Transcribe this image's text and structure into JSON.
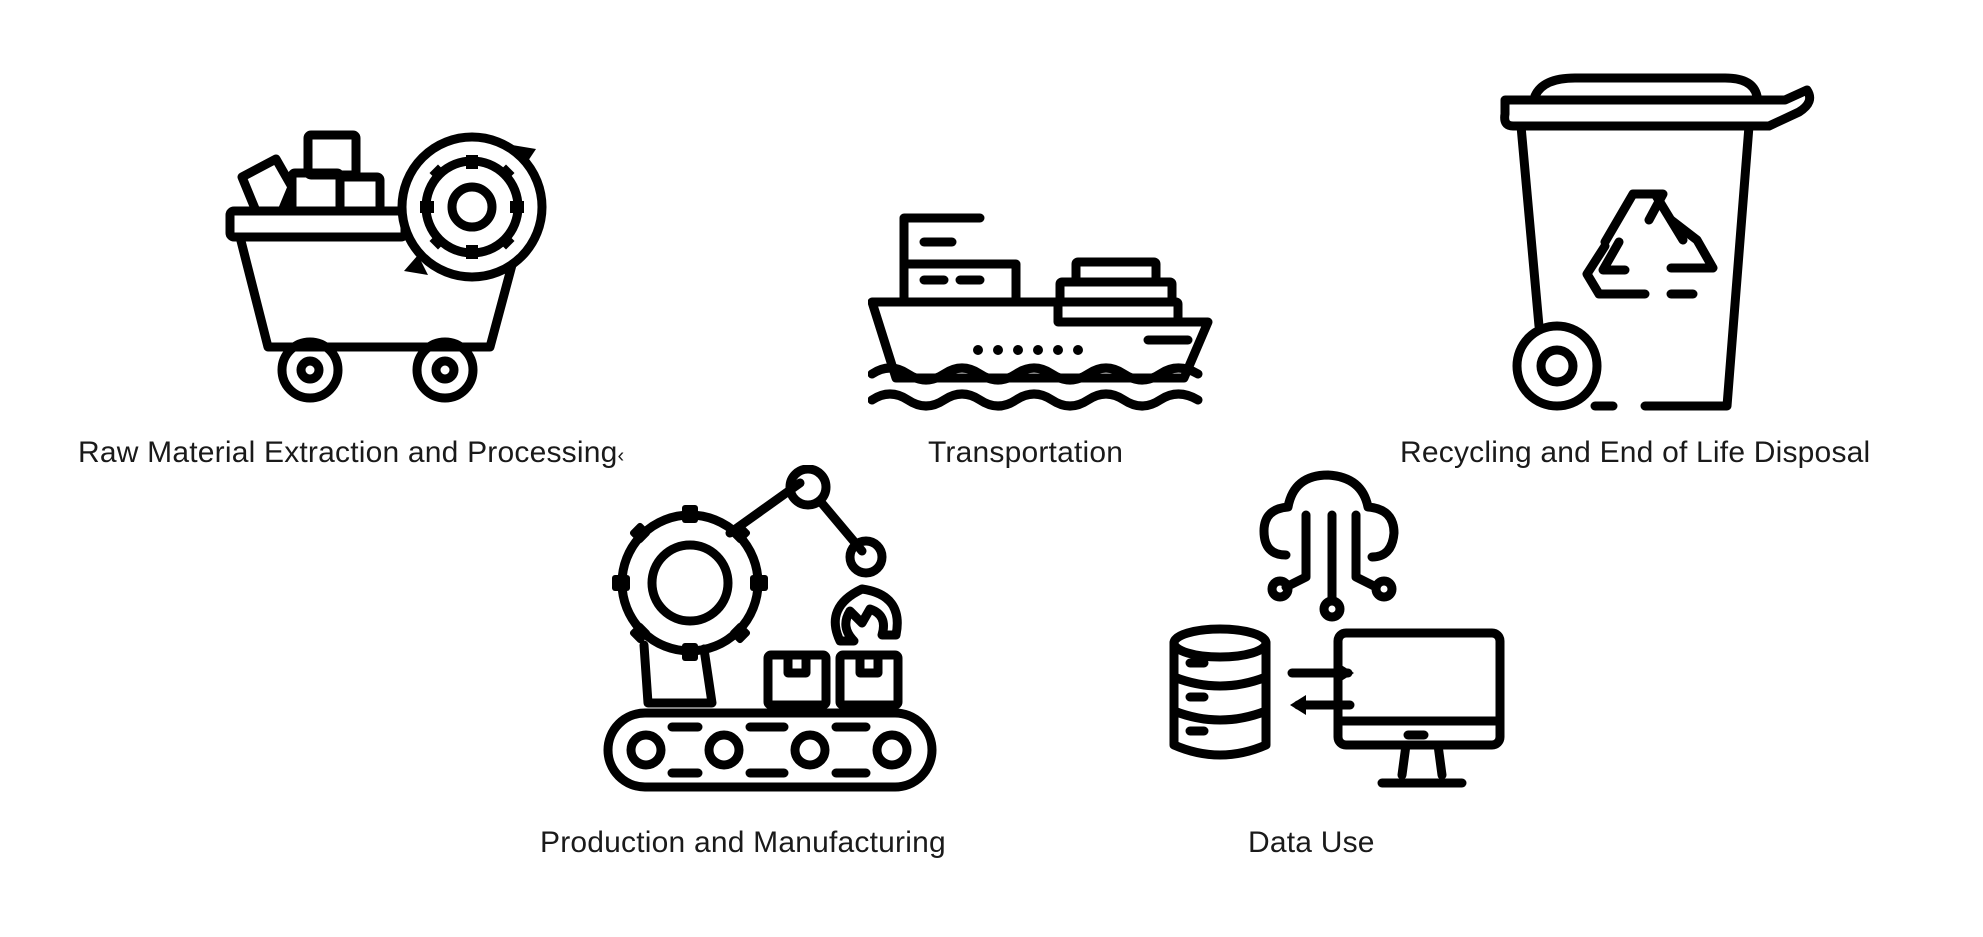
{
  "stages": [
    {
      "id": "raw-material",
      "label": "Raw Material Extraction and Processing",
      "icon": "mining-cart-gear-icon",
      "trailing_mark": "‹"
    },
    {
      "id": "transportation",
      "label": "Transportation",
      "icon": "cargo-ship-icon"
    },
    {
      "id": "recycling",
      "label": "Recycling and End of Life Disposal",
      "icon": "recycling-bin-icon"
    },
    {
      "id": "production",
      "label": "Production and Manufacturing",
      "icon": "robotic-arm-conveyor-icon"
    },
    {
      "id": "data-use",
      "label": "Data Use",
      "icon": "cloud-database-monitor-icon"
    }
  ],
  "colors": {
    "icon": "#000000",
    "text": "#1a1a1a",
    "background": "#ffffff"
  }
}
